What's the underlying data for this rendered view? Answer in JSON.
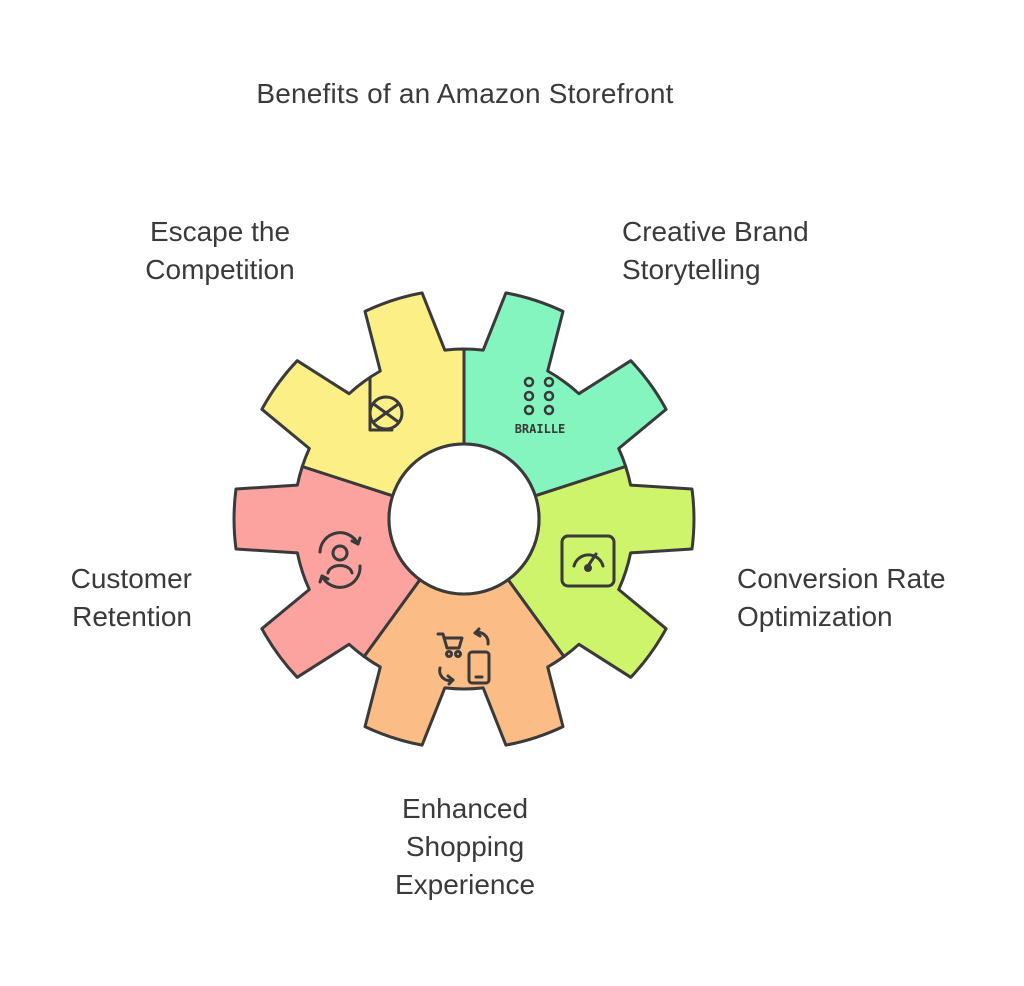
{
  "title": "Benefits of an Amazon Storefront",
  "segments": [
    {
      "id": "escape",
      "label": "Escape the\nCompetition",
      "color": "#84f5bf",
      "icon": "b-logo-icon"
    },
    {
      "id": "creative",
      "label": "Creative Brand\nStorytelling",
      "color": "#cdf46b",
      "icon": "braille-icon",
      "icon_text": "BRAILLE"
    },
    {
      "id": "conv",
      "label": "Conversion Rate\nOptimization",
      "color": "#fcbc85",
      "icon": "gauge-icon"
    },
    {
      "id": "enh",
      "label": "Enhanced\nShopping\nExperience",
      "color": "#fca39f",
      "icon": "cart-phone-icon"
    },
    {
      "id": "customer",
      "label": "Customer\nRetention",
      "color": "#fcef85",
      "icon": "person-cycle-icon"
    }
  ]
}
